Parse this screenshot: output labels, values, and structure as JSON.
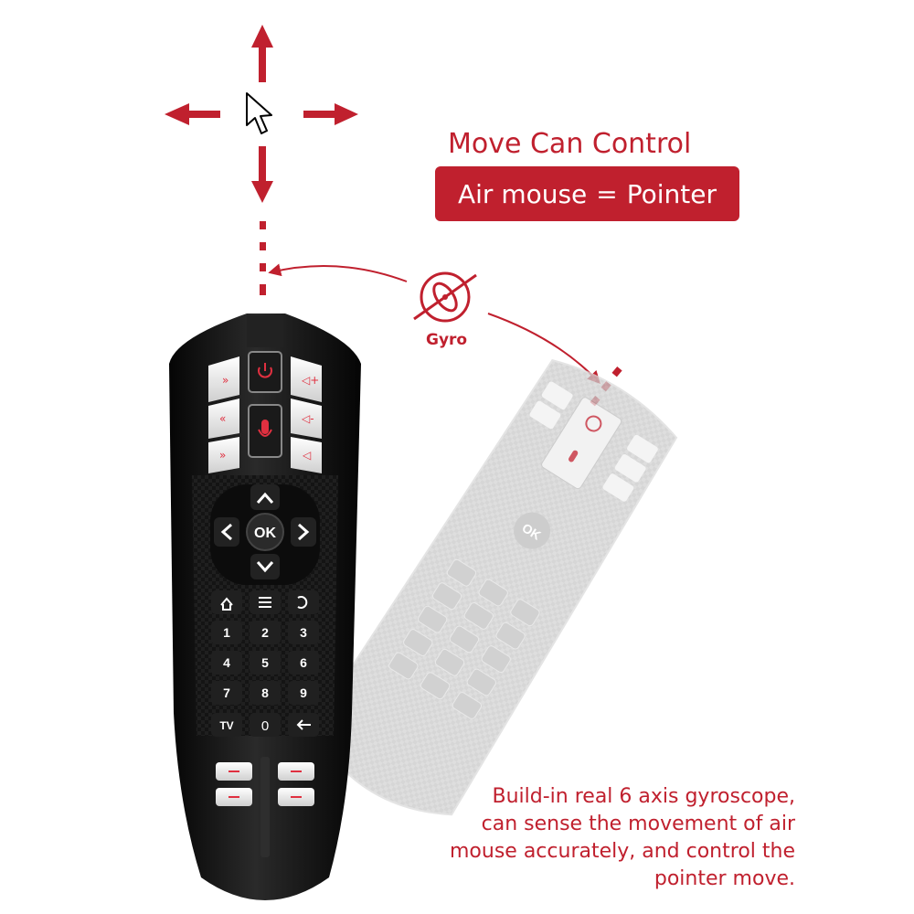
{
  "headline": "Move Can Control",
  "badge": {
    "left": "Air mouse",
    "equals": "=",
    "right": "Pointer"
  },
  "gyro": {
    "label": "Gyro",
    "icon": "gyro-icon"
  },
  "description": [
    "Build-in real 6 axis gyroscope,",
    "can sense the movement of air",
    "mouse accurately, and control the",
    "pointer move."
  ],
  "remote": {
    "ok_label": "OK",
    "numpad": [
      "1",
      "2",
      "3",
      "4",
      "5",
      "6",
      "7",
      "8",
      "9"
    ],
    "tv_label": "TV",
    "zero_label": "0"
  },
  "colors": {
    "accent": "#c0202e",
    "remote_body": "#161616",
    "button_face": "#e9e9e9",
    "ghost": "#cfcfcf"
  },
  "icons": [
    "cursor-arrow-icon",
    "arrow-up-icon",
    "arrow-down-icon",
    "arrow-left-icon",
    "arrow-right-icon",
    "power-icon",
    "mic-icon",
    "volume-up-icon",
    "volume-down-icon",
    "mute-icon",
    "home-icon",
    "menu-icon",
    "back-icon",
    "gyro-icon"
  ]
}
